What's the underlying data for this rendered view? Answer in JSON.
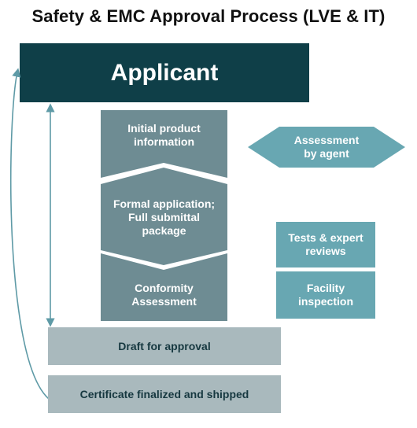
{
  "title": "Safety & EMC Approval Process (LVE & IT)",
  "applicant": "Applicant",
  "steps": [
    {
      "label": "Initial product\ninformation"
    },
    {
      "label": "Formal application;\nFull submittal\npackage"
    },
    {
      "label": "Conformity\nAssessment"
    }
  ],
  "side": {
    "agent": "Assessment\nby agent",
    "tests": "Tests & expert\nreviews",
    "facility": "Facility\ninspection"
  },
  "bottom": {
    "draft": "Draft for approval",
    "certificate": "Certificate finalized and shipped"
  },
  "colors": {
    "applicant_bg": "#0f3f48",
    "step_fill": "#6e8c93",
    "teal": "#68a7b2",
    "light": "#a9b9bd",
    "arrow": "#5e9aa6"
  }
}
